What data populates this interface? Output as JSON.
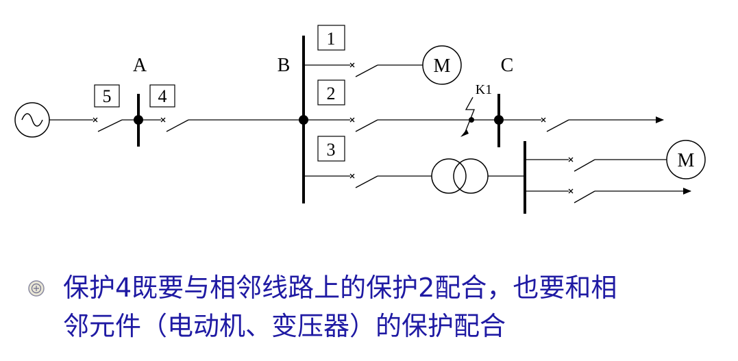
{
  "diagram": {
    "bus_labels": {
      "A": "A",
      "B": "B",
      "C": "C"
    },
    "protection_labels": {
      "p1": "1",
      "p2": "2",
      "p3": "3",
      "p4": "4",
      "p5": "5"
    },
    "motor_label": "M",
    "fault_label": "K1"
  },
  "bullet": {
    "line1": "保护4既要与相邻线路上的保护2配合，也要和相",
    "line2": "邻元件（电动机、变压器）的保护配合",
    "text_color": "#1f1aa3"
  }
}
